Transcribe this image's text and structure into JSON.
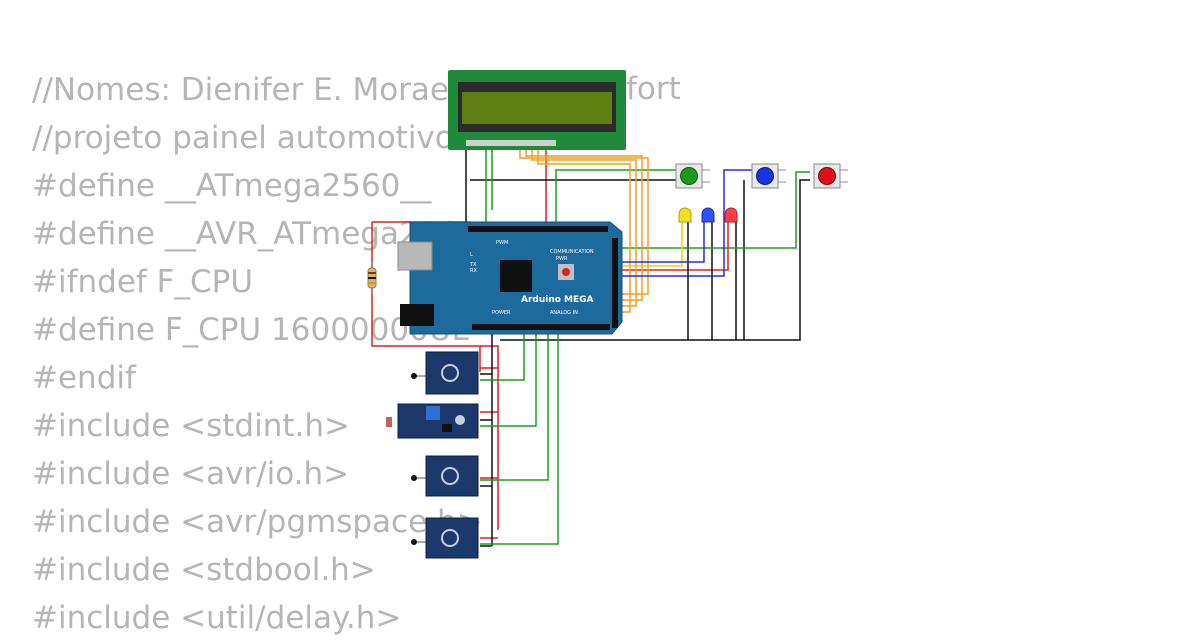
{
  "code_lines": [
    "//Nomes: Dienifer E. Moraes",
    "//projeto painel automotivo",
    "#define __ATmega2560__",
    "#define __AVR_ATmega2560__",
    "#ifndef F_CPU",
    "#define F_CPU 16000000UL",
    "#endif",
    "#include <stdint.h>",
    "#include <avr/io.h>",
    "#include <avr/pgmspace.h>",
    "#include <stdbool.h>",
    "#include <util/delay.h>"
  ],
  "code_tail_text": "fort",
  "board": {
    "name": "Arduino MEGA",
    "pwm_label": "PWM",
    "communication_label": "COMMUNICATION",
    "power_label": "POWER",
    "analog_label": "ANALOG IN",
    "pwr_led_label": "PWR",
    "tx_label": "TX",
    "rx_label": "RX",
    "l_label": "L"
  },
  "colors": {
    "board_blue": "#1d6b9c",
    "lcd_green": "#1f8b3a",
    "lcd_screen": "#5f7f12",
    "sensor_blue": "#1b3a6b",
    "button_green": "#1a9b1a",
    "button_blue": "#1a33e0",
    "button_red": "#e0101a",
    "led_yellow": "#f0e020",
    "led_blue": "#3050ff",
    "led_red": "#ff4040",
    "wire_black": "#111111",
    "wire_red": "#e02020",
    "wire_green": "#1aa01a",
    "wire_orange": "#f0a020",
    "wire_yellow": "#e8d010",
    "wire_blue": "#2a2ae0",
    "code_gray": "#b5b5b5"
  },
  "icons": [
    "push-button-icon",
    "led-icon",
    "resistor-icon",
    "sensor-module-icon",
    "lcd-display-icon",
    "microcontroller-icon"
  ]
}
